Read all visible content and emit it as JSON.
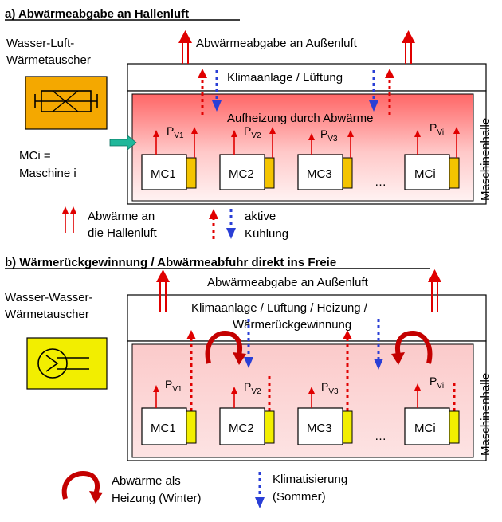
{
  "section_a": {
    "title": "a) Abwärmeabgabe an Hallenluft",
    "exchanger_label": [
      "Wasser-Luft-",
      "Wärmetauscher"
    ],
    "outdoor_label": "Abwärmeabgabe an Außenluft",
    "hvac_label": "Klimaanlage / Lüftung",
    "heating_label": "Aufheizung durch Abwärme",
    "hall_label": "Maschinenhalle",
    "mci_legend": [
      "MCi =",
      "Maschine i"
    ],
    "machines": [
      "MC1",
      "MC2",
      "MC3",
      "…",
      "MCi"
    ],
    "power": [
      {
        "main": "P",
        "sub": "V1"
      },
      {
        "main": "P",
        "sub": "V2"
      },
      {
        "main": "P",
        "sub": "V3"
      },
      {
        "main": "P",
        "sub": "Vi"
      }
    ],
    "legend_heat": [
      "Abwärme an",
      "die Hallenluft"
    ],
    "legend_cool": [
      "aktive",
      "Kühlung"
    ]
  },
  "section_b": {
    "title": "b) Wärmerückgewinnung / Abwärmeabfuhr direkt ins Freie",
    "exchanger_label": [
      "Wasser-Wasser-",
      "Wärmetauscher"
    ],
    "outdoor_label": "Abwärmeabgabe an Außenluft",
    "hvac_label": [
      "Klimaanlage / Lüftung /  Heizung /",
      "Wärmerückgewinnung"
    ],
    "hall_label": "Maschinenhalle",
    "machines": [
      "MC1",
      "MC2",
      "MC3",
      "…",
      "MCi"
    ],
    "power": [
      {
        "main": "P",
        "sub": "V1"
      },
      {
        "main": "P",
        "sub": "V2"
      },
      {
        "main": "P",
        "sub": "V3"
      },
      {
        "main": "P",
        "sub": "Vi"
      }
    ],
    "legend_heat": [
      "Abwärme als",
      "Heizung (Winter)"
    ],
    "legend_cool": [
      "Klimatisierung",
      "(Sommer)"
    ]
  },
  "colors": {
    "heat_red": "#e00000",
    "cool_blue": "#2a3fd6",
    "exchanger_a": "#f4a800",
    "exchanger_b": "#f2ee00",
    "hall_gradient_top": "#ff6b6b",
    "hall_b_fill": "#fbd2d2",
    "drive_yellow": "#f4c400",
    "inlet_teal": "#1fb79a"
  }
}
